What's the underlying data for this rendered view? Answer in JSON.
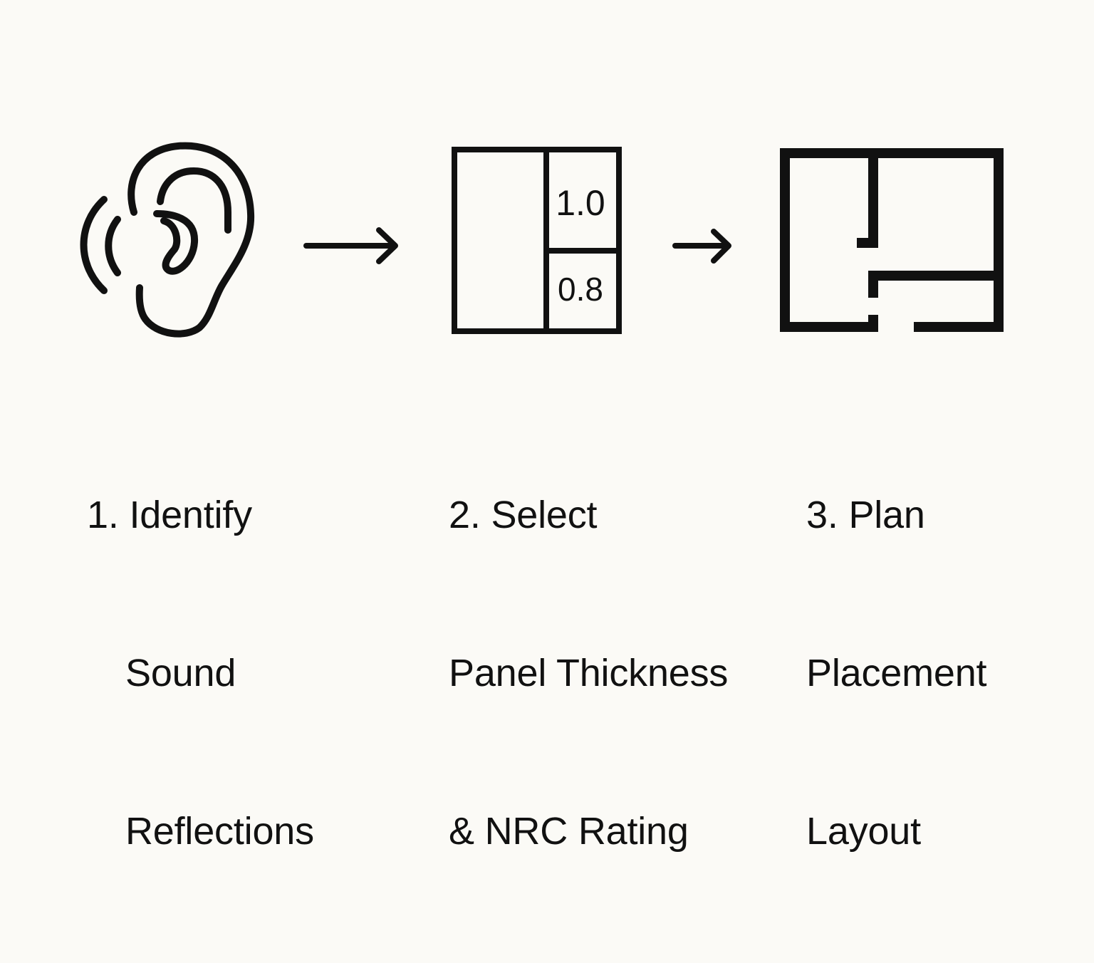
{
  "steps": [
    {
      "icon": "ear-icon",
      "lines": [
        "1. Identify",
        "Sound",
        "Reflections"
      ]
    },
    {
      "icon": "panel-rating-icon",
      "panel_values": [
        "1.0",
        "0.8"
      ],
      "lines": [
        "2. Select",
        "Panel Thickness",
        "& NRC Rating"
      ]
    },
    {
      "icon": "floor-plan-icon",
      "lines": [
        "3. Plan",
        "Placement",
        "Layout"
      ]
    }
  ],
  "connectors": [
    "arrow-right-icon",
    "arrow-right-icon"
  ],
  "colors": {
    "background": "#fbfaf6",
    "ink": "#111111"
  }
}
